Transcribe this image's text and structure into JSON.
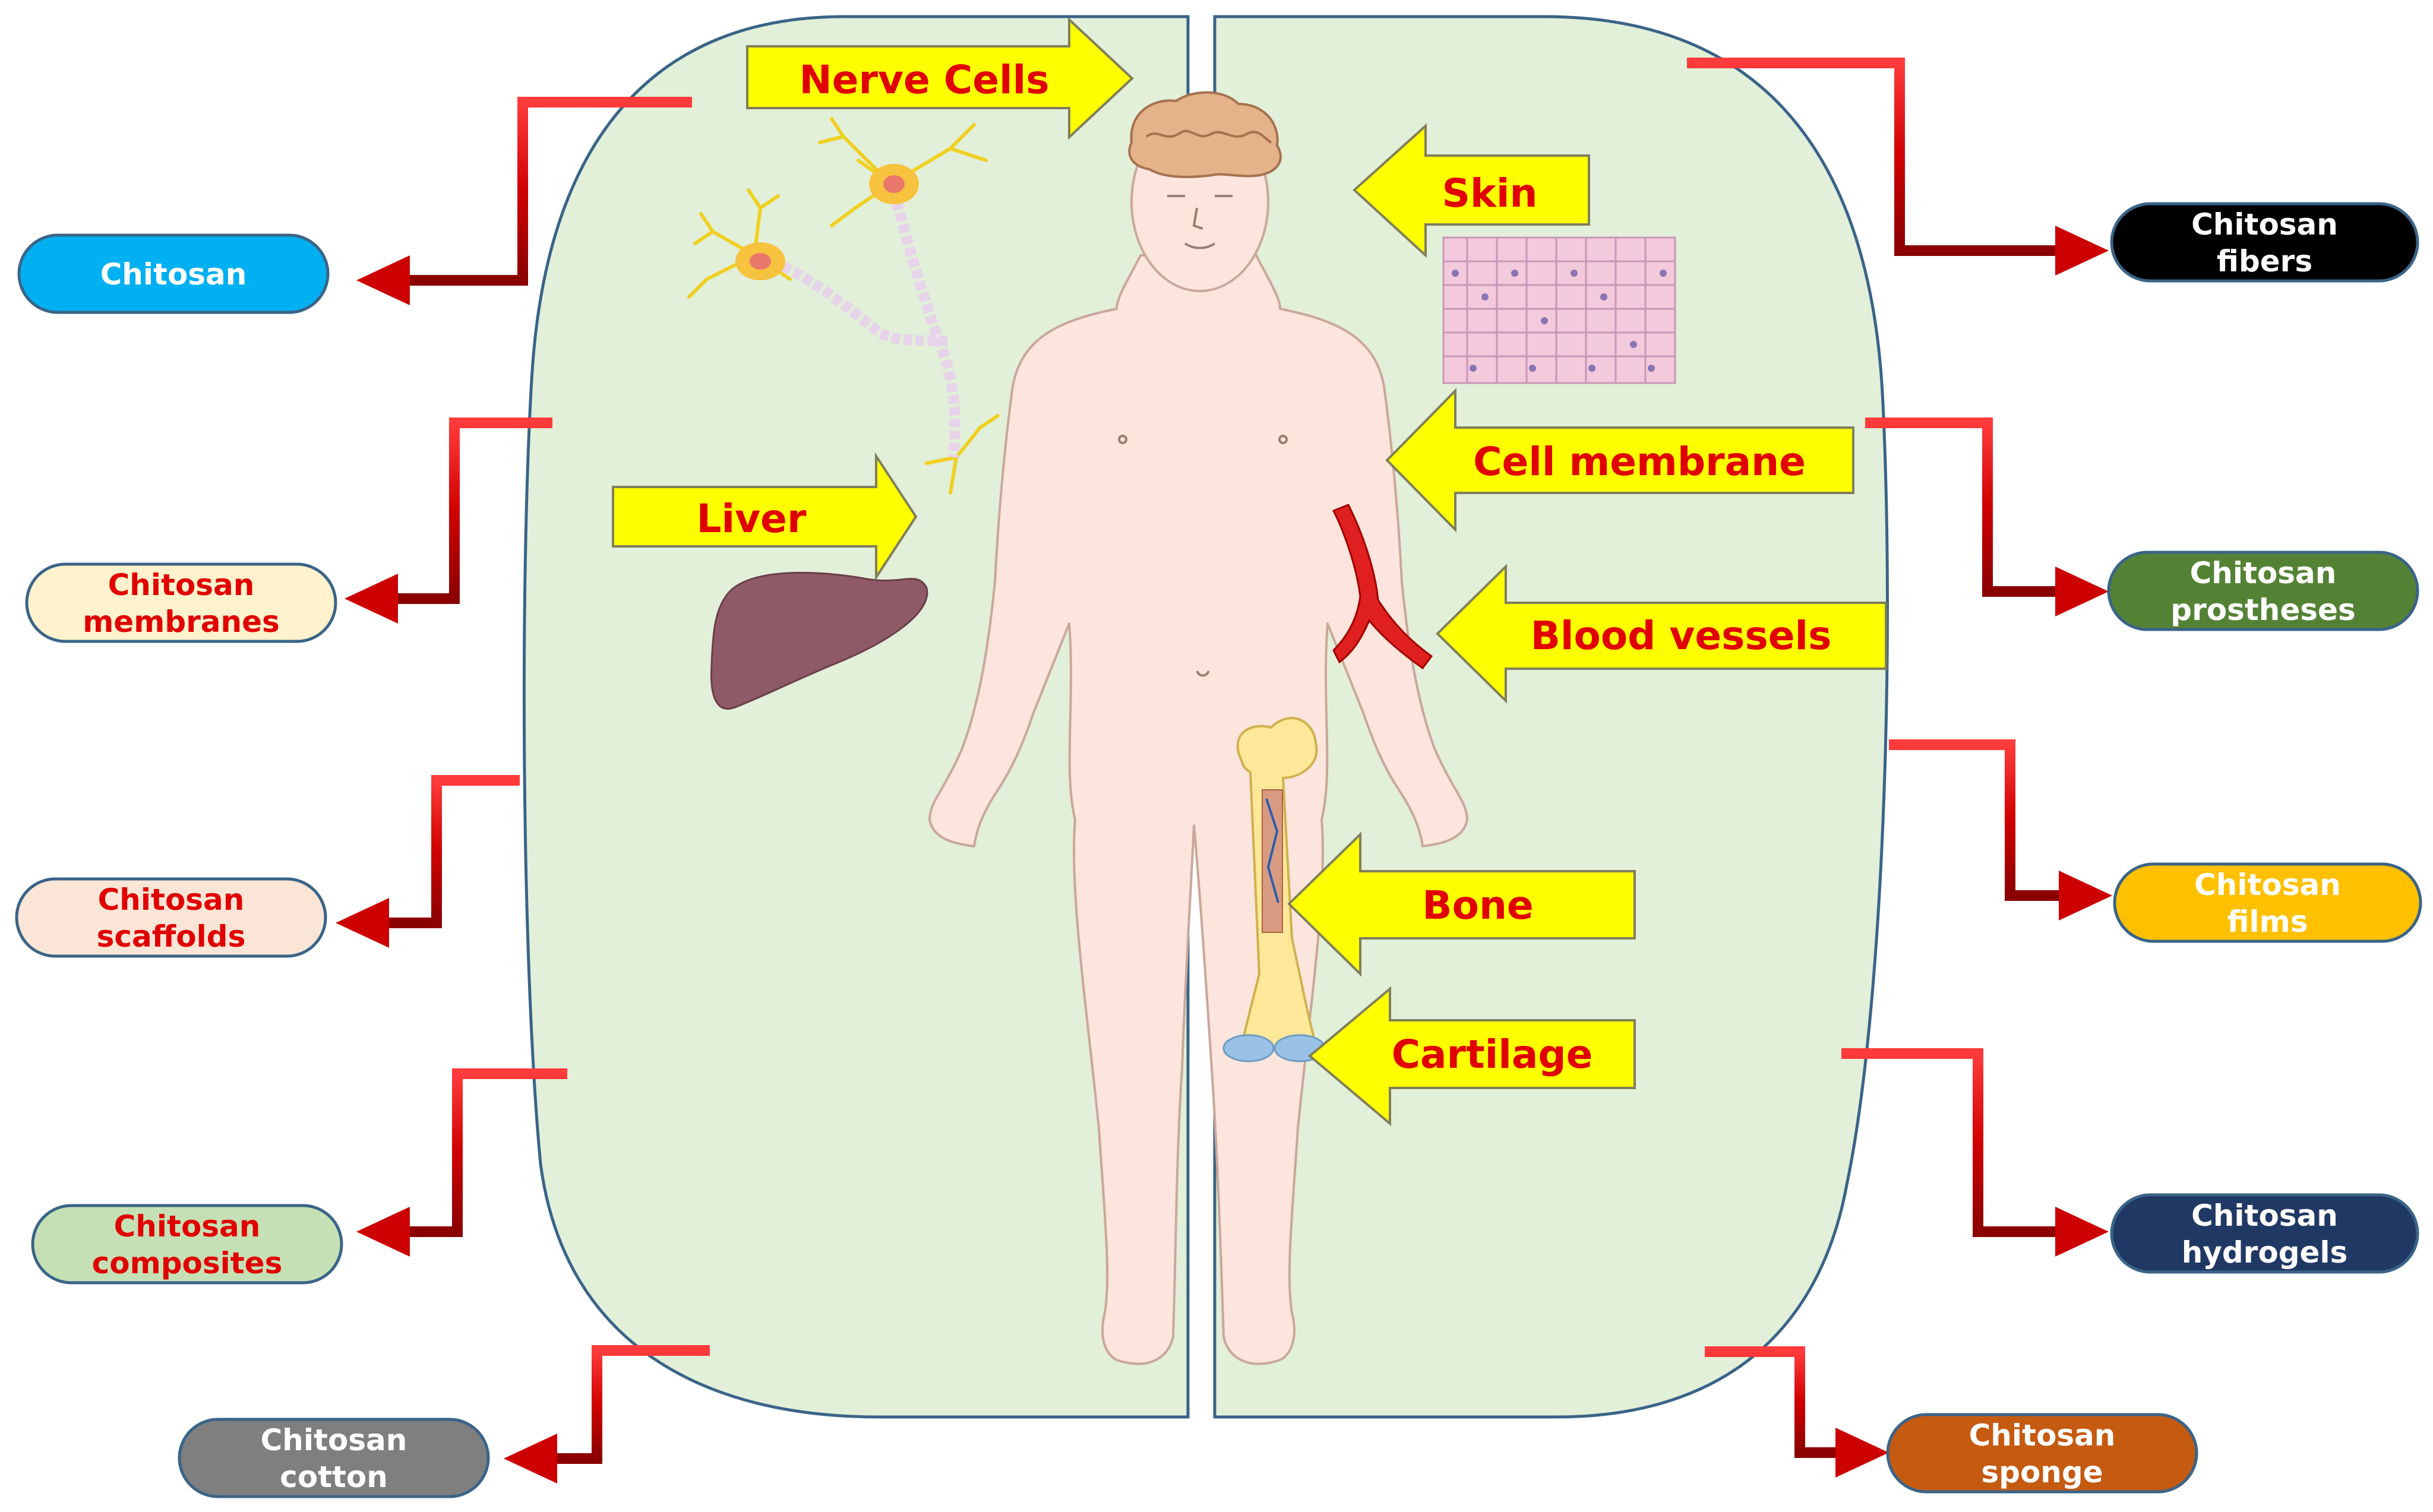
{
  "colors": {
    "panel_fill": "#e2efd9",
    "panel_stroke": "#3a6488",
    "connector": "#cc0000",
    "callout_fill": "#ffff00",
    "callout_stroke": "#7f7f5a",
    "callout_text": "#e00000",
    "skin": "#fbe5dc",
    "skin_outline": "#caa79b"
  },
  "left_pills": [
    {
      "lines": [
        "Chitosan"
      ],
      "fill": "#00b0f0",
      "text_color": "#ffffff"
    },
    {
      "lines": [
        "Chitosan",
        "membranes"
      ],
      "fill": "#fff2cc",
      "text_color": "#e00000"
    },
    {
      "lines": [
        "Chitosan",
        "scaffolds"
      ],
      "fill": "#fbe5d6",
      "text_color": "#e00000"
    },
    {
      "lines": [
        "Chitosan",
        "composites"
      ],
      "fill": "#c5e0b4",
      "text_color": "#e00000"
    },
    {
      "lines": [
        "Chitosan",
        "cotton"
      ],
      "fill": "#7f7f7f",
      "text_color": "#ffffff"
    }
  ],
  "right_pills": [
    {
      "lines": [
        "Chitosan",
        "fibers"
      ],
      "fill": "#000000",
      "text_color": "#ffffff"
    },
    {
      "lines": [
        "Chitosan",
        "prostheses"
      ],
      "fill": "#548235",
      "text_color": "#ffffff"
    },
    {
      "lines": [
        "Chitosan",
        "films"
      ],
      "fill": "#ffc000",
      "text_color": "#ffffff"
    },
    {
      "lines": [
        "Chitosan",
        "hydrogels"
      ],
      "fill": "#203864",
      "text_color": "#ffffff"
    },
    {
      "lines": [
        "Chitosan",
        "sponge"
      ],
      "fill": "#c55a11",
      "text_color": "#ffffff"
    }
  ],
  "callouts": {
    "nerve_cells": "Nerve Cells",
    "skin": "Skin",
    "cell_membrane": "Cell membrane",
    "liver": "Liver",
    "blood_vessels": "Blood vessels",
    "bone": "Bone",
    "cartilage": "Cartilage"
  },
  "icons": [
    "neuron-icon",
    "liver-icon",
    "skin-tissue-icon",
    "blood-vessel-icon",
    "bone-icon",
    "brain-icon",
    "human-body-icon"
  ]
}
